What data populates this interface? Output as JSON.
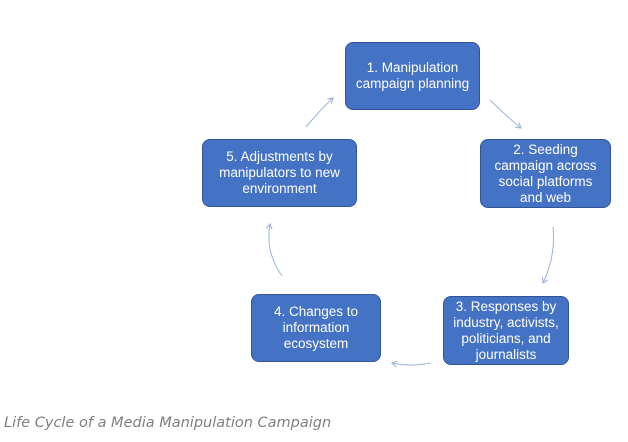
{
  "diagram": {
    "nodes": [
      {
        "id": "1",
        "label": "1. Manipulation campaign planning"
      },
      {
        "id": "2",
        "label": "2. Seeding campaign across social platforms and web"
      },
      {
        "id": "3",
        "label": "3. Responses by industry, activists, politicians, and journalists"
      },
      {
        "id": "4",
        "label": "4. Changes to information ecosystem"
      },
      {
        "id": "5",
        "label": "5. Adjustments by manipulators to new environment"
      }
    ],
    "edges": [
      {
        "from": "1",
        "to": "2"
      },
      {
        "from": "2",
        "to": "3"
      },
      {
        "from": "3",
        "to": "4"
      },
      {
        "from": "4",
        "to": "5"
      },
      {
        "from": "5",
        "to": "1"
      }
    ],
    "colors": {
      "node_fill": "#4472c4",
      "node_border": "#2f5597",
      "node_text": "#ffffff",
      "arrow": "#9db3db",
      "caption_text": "#7f7f7f"
    }
  },
  "caption": "Life Cycle of a Media Manipulation Campaign"
}
